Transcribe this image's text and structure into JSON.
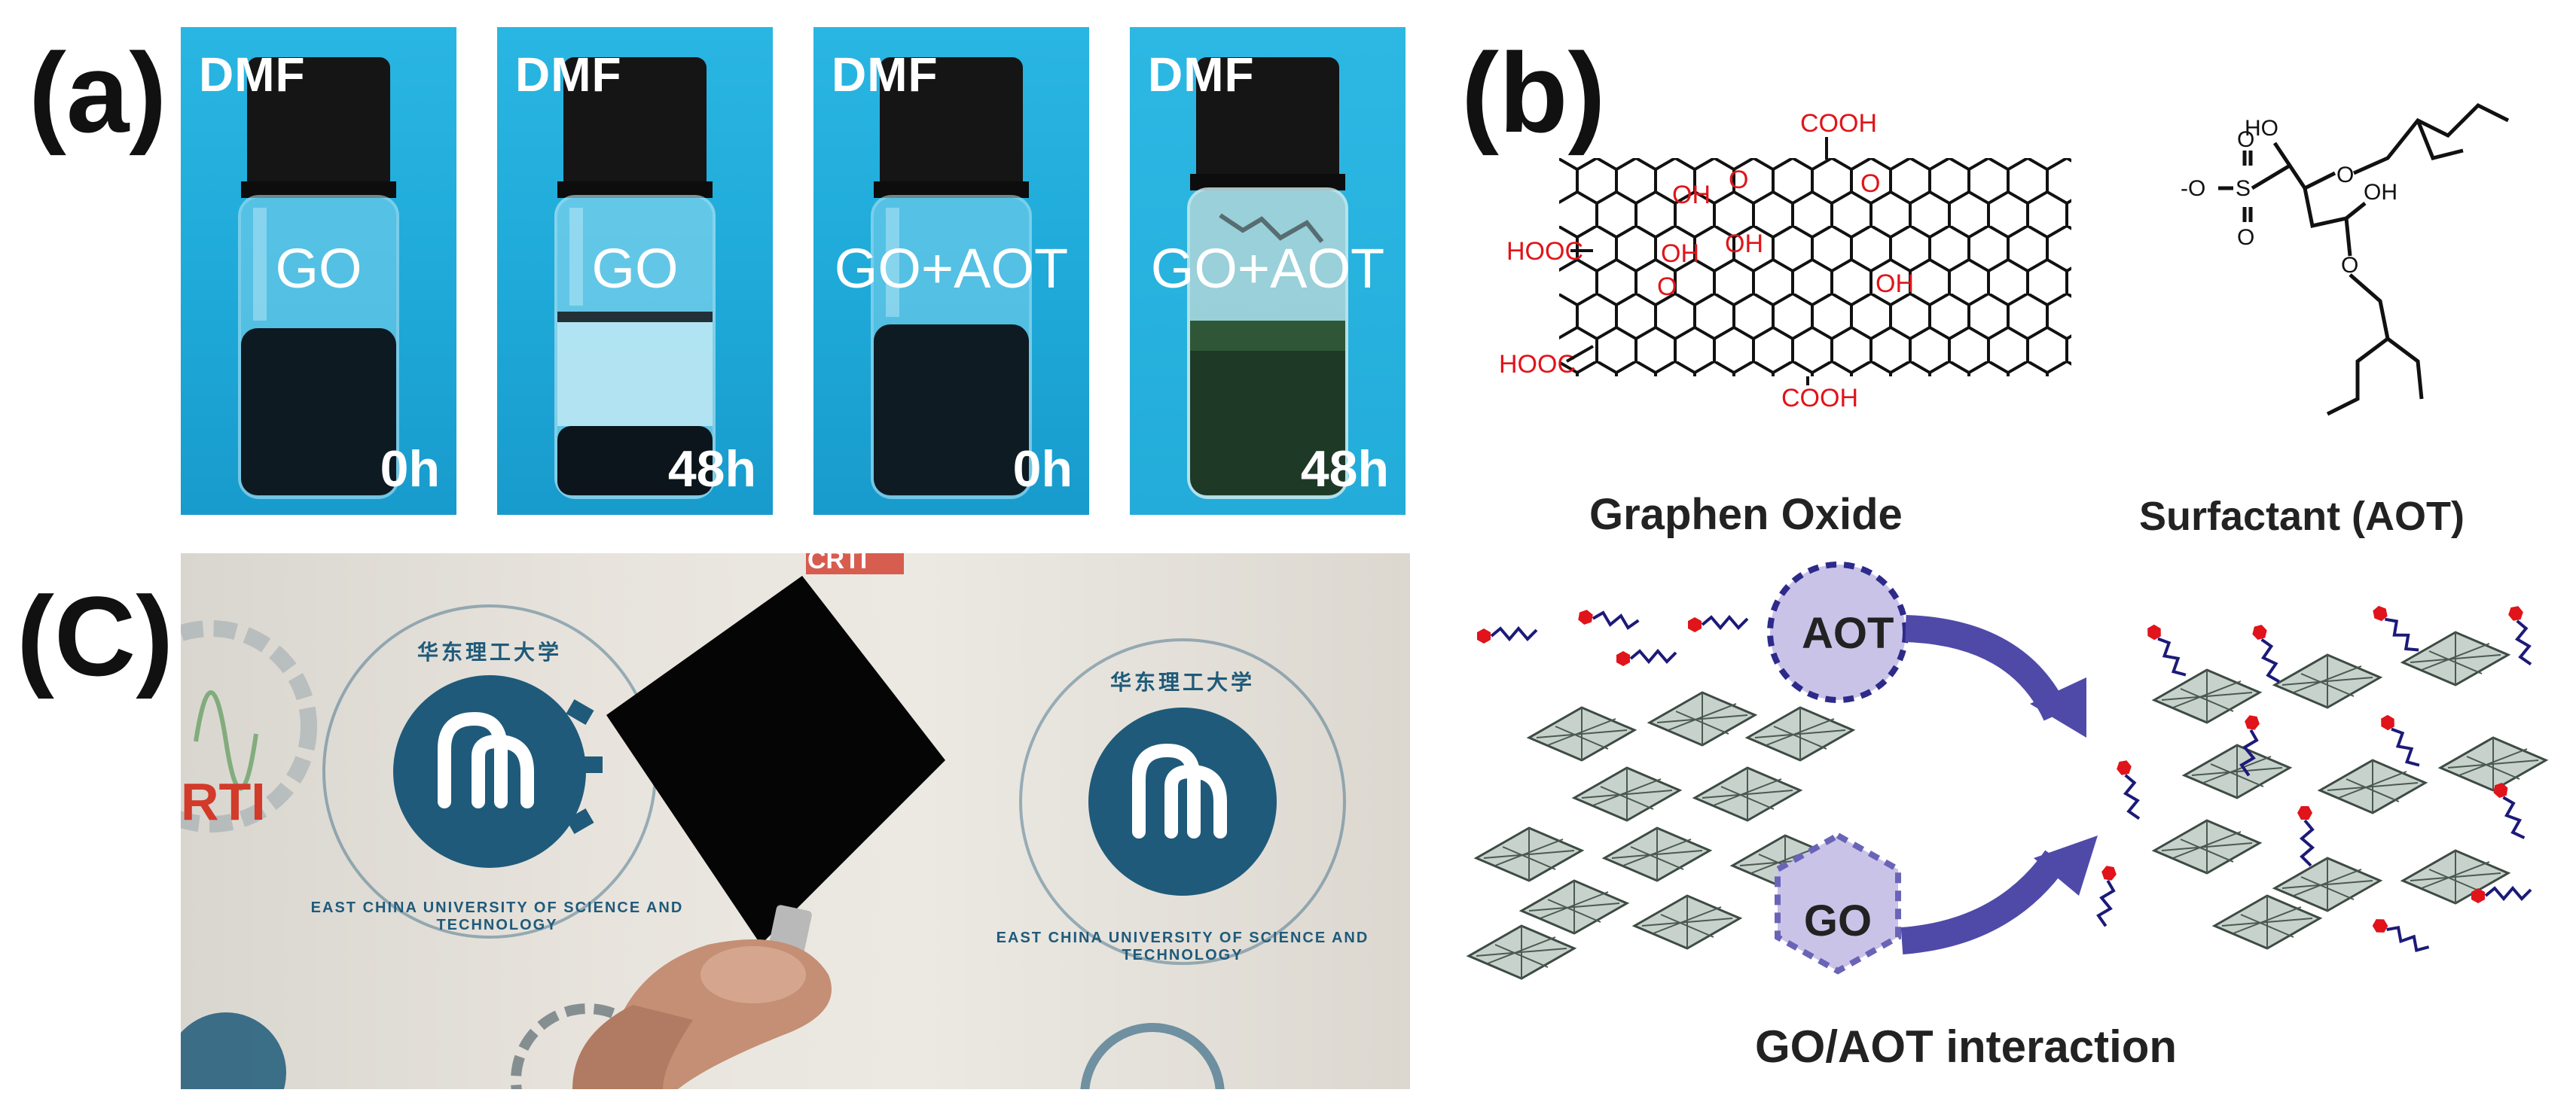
{
  "panels": {
    "a": "(a)",
    "b": "(b)",
    "c": "(C)"
  },
  "vials": [
    {
      "solvent": "DMF",
      "sample": "GO",
      "time": "0h",
      "state": "dispersed"
    },
    {
      "solvent": "DMF",
      "sample": "GO",
      "time": "48h",
      "state": "settled"
    },
    {
      "solvent": "DMF",
      "sample": "GO+AOT",
      "time": "0h",
      "state": "dispersed"
    },
    {
      "solvent": "DMF",
      "sample": "GO+AOT",
      "time": "48h",
      "state": "stable-green"
    }
  ],
  "photo": {
    "logo_text_ring": "EAST CHINA UNIVERSITY OF SCIENCE AND TECHNOLOGY",
    "logo_chinese": "华东理工大学",
    "partner_logo": "CRTI",
    "partner_logo_partial": "RTI"
  },
  "structures": {
    "go_groups": {
      "cooh": "COOH",
      "hooc": "HOOC",
      "oh": "OH",
      "o": "O"
    },
    "aot_groups": {
      "ho": "HO",
      "oh": "OH",
      "o": "O",
      "s": "S",
      "o_minus": "-O"
    }
  },
  "labels": {
    "graphene_oxide": "Graphen Oxide",
    "surfactant": "Surfactant (AOT)",
    "aot_bubble": "AOT",
    "go_bubble": "GO",
    "interaction": "GO/AOT interaction"
  },
  "colors": {
    "vial_bg": "#1ea9d8",
    "arrow": "#4f4aa8",
    "bubble_fill": "#c9c3e8",
    "bubble_stroke": "#2e2a8a",
    "chem_red": "#e0141a",
    "head_group": "#e0141a",
    "tail": "#1c1a78"
  }
}
